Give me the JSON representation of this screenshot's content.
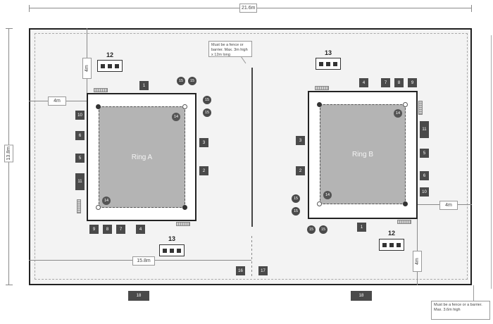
{
  "dimensions": {
    "overall_width": "21.6m",
    "overall_height": "13.8m",
    "ring_a_side_gap": "4m",
    "ring_a_top_gap": "4m",
    "ring_b_side_gap": "4m",
    "ring_b_bottom_gap": "4m",
    "bottom_span": "15.8m"
  },
  "notes": {
    "divider_note": "Must be a fence or barrier. Max. 3m high x 12m long",
    "corner_note": "Must be a fence or a barrier. Max. 3.6m high"
  },
  "rings": {
    "a": {
      "name": "Ring A"
    },
    "b": {
      "name": "Ring B"
    }
  },
  "tables": {
    "a_top": "12",
    "a_bottom": "13",
    "b_top": "13",
    "b_bottom": "12"
  },
  "markers": {
    "a_1": "1",
    "a_15a": "15",
    "a_15b": "15",
    "a_15c": "15",
    "a_15d": "15",
    "a_14top": "14",
    "a_14bot": "14",
    "a_10": "10",
    "a_6": "6",
    "a_5": "5",
    "a_11": "11",
    "a_3": "3",
    "a_2": "2",
    "a_9": "9",
    "a_8": "8",
    "a_7": "7",
    "a_4": "4",
    "b_4": "4",
    "b_7": "7",
    "b_8": "8",
    "b_9": "9",
    "b_14top": "14",
    "b_14bot": "14",
    "b_11": "11",
    "b_5": "5",
    "b_6": "6",
    "b_10": "10",
    "b_3": "3",
    "b_2": "2",
    "b_15a": "15",
    "b_15b": "15",
    "b_15c": "15",
    "b_15d": "15",
    "b_1": "1",
    "m_16": "16",
    "m_17": "17",
    "o_18a": "18",
    "o_18b": "18"
  }
}
